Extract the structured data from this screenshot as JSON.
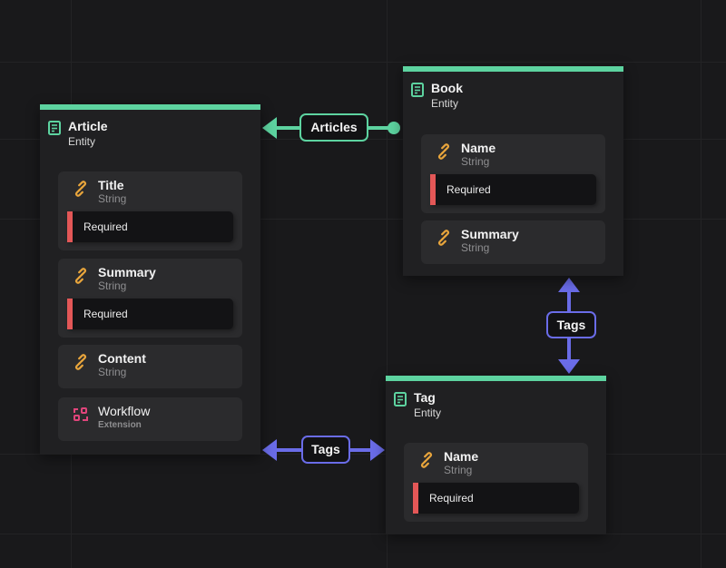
{
  "colors": {
    "entity_accent": "#5dd3a0",
    "relation_one": "#5dd3a0",
    "relation_many": "#6a6ce8",
    "required": "#e35757",
    "string_icon": "#e8a53c",
    "extension_icon": "#e0457b",
    "canvas": "#19191b"
  },
  "nodes": {
    "article": {
      "title": "Article",
      "kind": "Entity",
      "icon": "document-icon",
      "fields": [
        {
          "name": "Title",
          "type": "String",
          "icon": "link-icon",
          "badge": "Required"
        },
        {
          "name": "Summary",
          "type": "String",
          "icon": "link-icon",
          "badge": "Required"
        },
        {
          "name": "Content",
          "type": "String",
          "icon": "link-icon"
        },
        {
          "name": "Workflow",
          "type": "Extension",
          "icon": "workflow-icon"
        }
      ]
    },
    "book": {
      "title": "Book",
      "kind": "Entity",
      "icon": "document-icon",
      "fields": [
        {
          "name": "Name",
          "type": "String",
          "icon": "link-icon",
          "badge": "Required"
        },
        {
          "name": "Summary",
          "type": "String",
          "icon": "link-icon"
        }
      ]
    },
    "tag": {
      "title": "Tag",
      "kind": "Entity",
      "icon": "document-icon",
      "fields": [
        {
          "name": "Name",
          "type": "String",
          "icon": "link-icon",
          "badge": "Required"
        }
      ]
    }
  },
  "edges": [
    {
      "label": "Articles",
      "from": "Book",
      "to": "Article",
      "style": "one-to-many"
    },
    {
      "label": "Tags",
      "from": "Book",
      "to": "Tag",
      "style": "many-to-many"
    },
    {
      "label": "Tags",
      "from": "Article",
      "to": "Tag",
      "style": "many-to-many"
    }
  ]
}
